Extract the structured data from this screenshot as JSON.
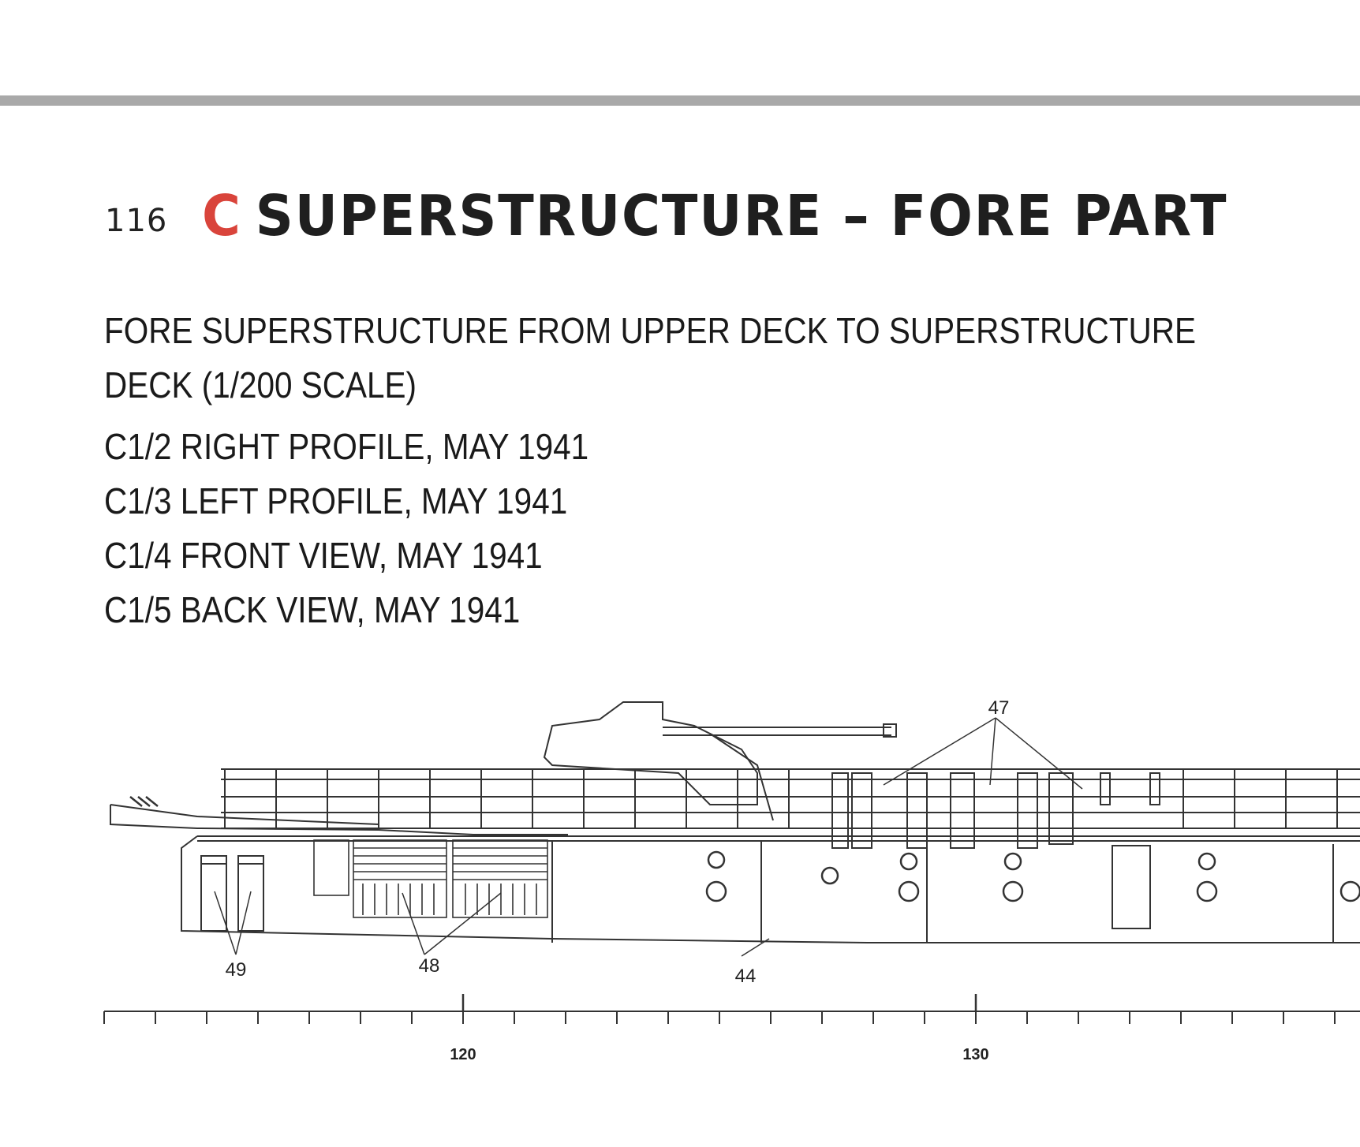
{
  "page": {
    "number": "116",
    "chapter_letter": "C",
    "chapter_title": "SUPERSTRUCTURE – FORE PART",
    "subheading": "FORE SUPERSTRUCTURE FROM UPPER DECK TO SUPERSTRUCTURE DECK (1/200 SCALE)"
  },
  "figure_list": [
    "C1/2 RIGHT PROFILE, MAY 1941",
    "C1/3 LEFT PROFILE, MAY 1941",
    "C1/4 FRONT VIEW, MAY 1941",
    "C1/5 BACK VIEW, MAY 1941"
  ],
  "drawing": {
    "callouts": [
      "47",
      "49",
      "48",
      "44"
    ],
    "scale_labels": [
      "120",
      "130"
    ]
  },
  "colors": {
    "accent": "#d9443b",
    "rule": "#a9a9a9",
    "ink": "#1a1a1a"
  }
}
